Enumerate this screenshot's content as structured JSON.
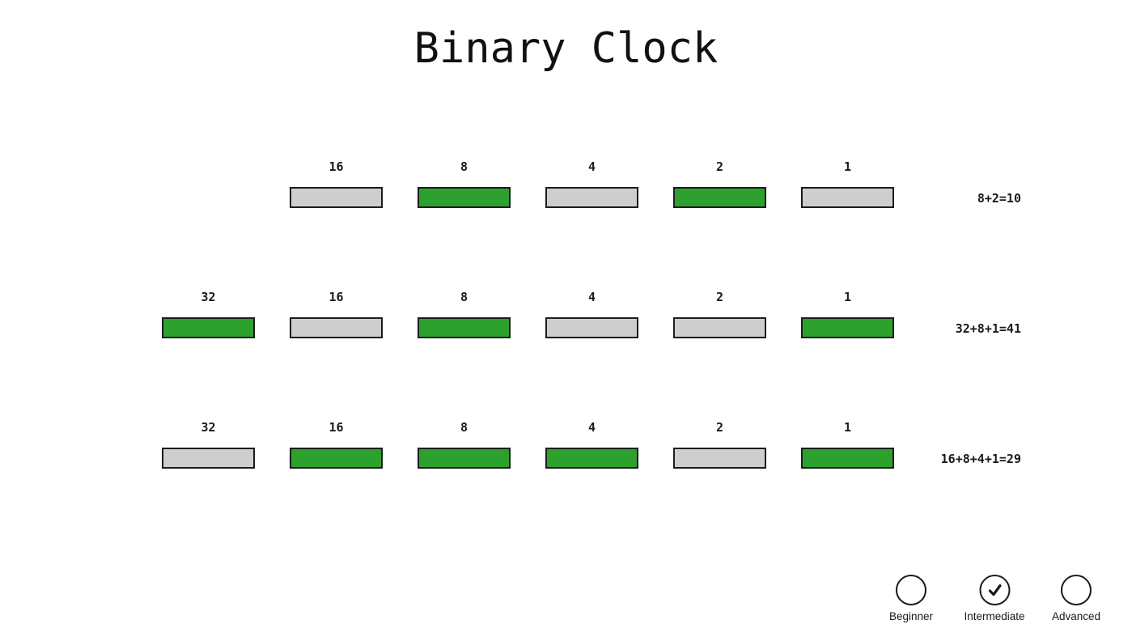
{
  "title": "Binary Clock",
  "colors": {
    "bar_on": "#2da12d",
    "bar_off": "#cecece",
    "bar_border": "#1c1c1c"
  },
  "rows": [
    {
      "sum": "8+2=10",
      "cells": [
        {
          "label": "16",
          "state": "off"
        },
        {
          "label": "8",
          "state": "on"
        },
        {
          "label": "4",
          "state": "off"
        },
        {
          "label": "2",
          "state": "on"
        },
        {
          "label": "1",
          "state": "off"
        }
      ]
    },
    {
      "sum": "32+8+1=41",
      "cells": [
        {
          "label": "32",
          "state": "on"
        },
        {
          "label": "16",
          "state": "off"
        },
        {
          "label": "8",
          "state": "on"
        },
        {
          "label": "4",
          "state": "off"
        },
        {
          "label": "2",
          "state": "off"
        },
        {
          "label": "1",
          "state": "on"
        }
      ]
    },
    {
      "sum": "16+8+4+1=29",
      "cells": [
        {
          "label": "32",
          "state": "off"
        },
        {
          "label": "16",
          "state": "on"
        },
        {
          "label": "8",
          "state": "on"
        },
        {
          "label": "4",
          "state": "on"
        },
        {
          "label": "2",
          "state": "off"
        },
        {
          "label": "1",
          "state": "on"
        }
      ]
    }
  ],
  "difficulty": {
    "options": [
      {
        "label": "Beginner",
        "state": "unchecked"
      },
      {
        "label": "Intermediate",
        "state": "checked"
      },
      {
        "label": "Advanced",
        "state": "unchecked"
      }
    ]
  }
}
